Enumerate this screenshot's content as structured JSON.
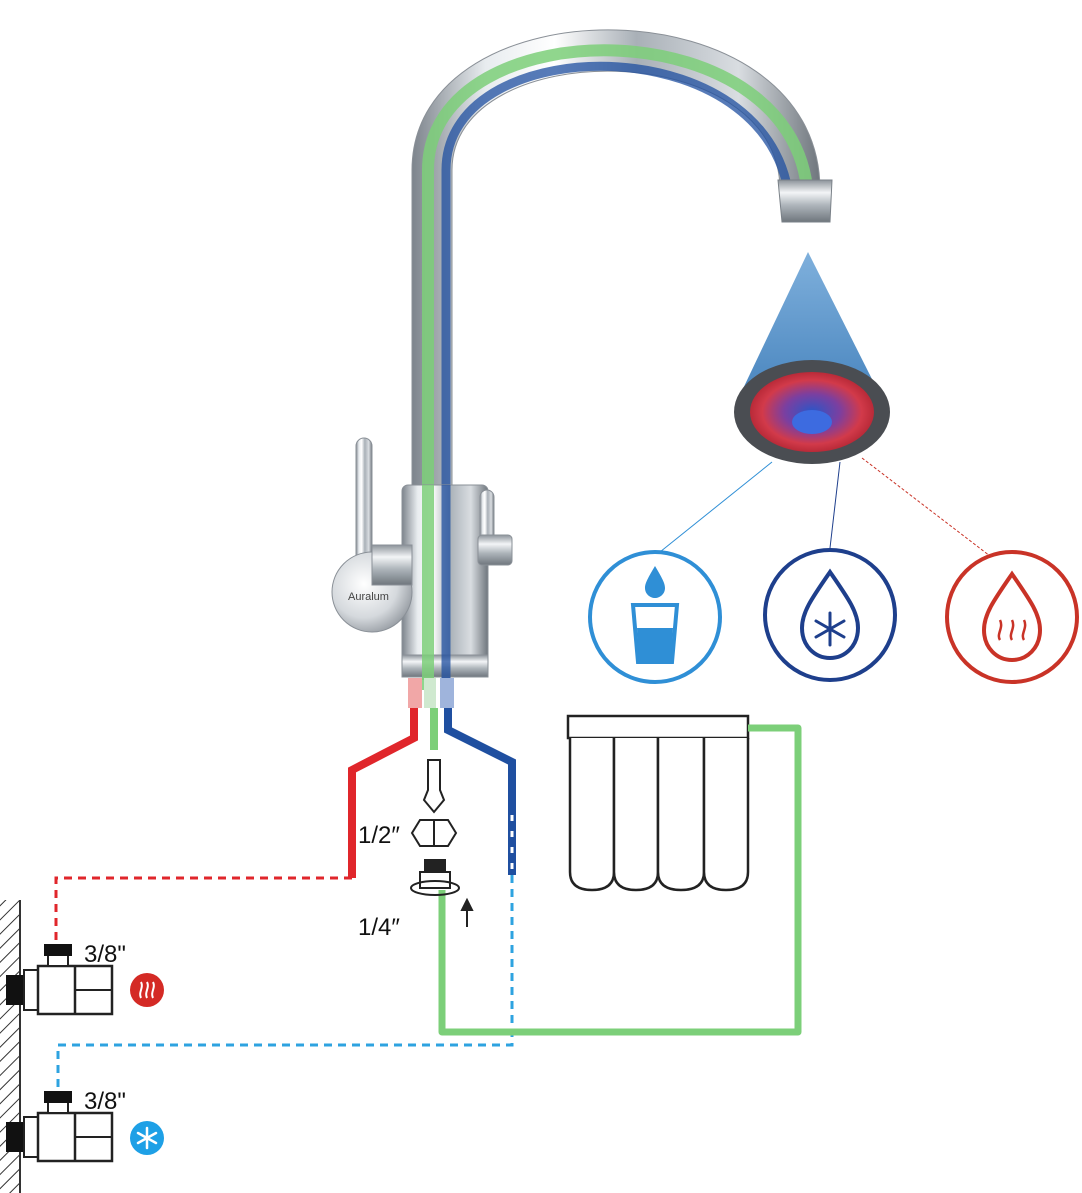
{
  "brand": "Auralum",
  "fittings": {
    "hose_size": "1/2″",
    "filter_inlet_size": "1/4″"
  },
  "valves": [
    {
      "size": "3/8\"",
      "type": "hot",
      "badge_color": "#d42a25",
      "icon": "hot-water-badge-icon"
    },
    {
      "size": "3/8\"",
      "type": "cold",
      "badge_color": "#1ea0e6",
      "icon": "snowflake-badge-icon"
    }
  ],
  "outlets": [
    {
      "type": "filtered",
      "icon": "drinking-glass-icon",
      "color": "#2f8fd6"
    },
    {
      "type": "cold",
      "icon": "snowflake-drop-icon",
      "color": "#1e3f8c"
    },
    {
      "type": "hot",
      "icon": "hot-drop-icon",
      "color": "#c93327"
    }
  ],
  "colors": {
    "hot_line": "#e0262b",
    "cold_line": "#1f4fa0",
    "cold_dashed": "#2ea3e0",
    "filtered_line": "#7ccf79",
    "spray_cone": "#5b97cc"
  }
}
